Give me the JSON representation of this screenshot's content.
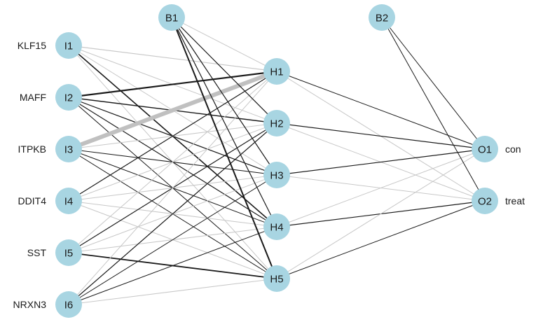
{
  "nodes": {
    "inputs": [
      {
        "id": "I1",
        "gene": "KLF15"
      },
      {
        "id": "I2",
        "gene": "MAFF"
      },
      {
        "id": "I3",
        "gene": "ITPKB"
      },
      {
        "id": "I4",
        "gene": "DDIT4"
      },
      {
        "id": "I5",
        "gene": "SST"
      },
      {
        "id": "I6",
        "gene": "NRXN3"
      }
    ],
    "bias_hidden": "B1",
    "hidden": [
      "H1",
      "H2",
      "H3",
      "H4",
      "H5"
    ],
    "bias_output": "B2",
    "outputs": [
      {
        "id": "O1",
        "label": "con"
      },
      {
        "id": "O2",
        "label": "treat"
      }
    ]
  },
  "edges": [
    {
      "from": "I1",
      "to": "H1",
      "color": "#c8c8c8",
      "weight": 1.2
    },
    {
      "from": "I1",
      "to": "H2",
      "color": "#c8c8c8",
      "weight": 1.0
    },
    {
      "from": "I1",
      "to": "H3",
      "color": "#c8c8c8",
      "weight": 1.0
    },
    {
      "from": "I1",
      "to": "H4",
      "color": "#1a1a1a",
      "weight": 1.6
    },
    {
      "from": "I1",
      "to": "H5",
      "color": "#c8c8c8",
      "weight": 1.0
    },
    {
      "from": "I2",
      "to": "H1",
      "color": "#1a1a1a",
      "weight": 2.2
    },
    {
      "from": "I2",
      "to": "H2",
      "color": "#1a1a1a",
      "weight": 1.4
    },
    {
      "from": "I2",
      "to": "H3",
      "color": "#1a1a1a",
      "weight": 1.2
    },
    {
      "from": "I2",
      "to": "H4",
      "color": "#1a1a1a",
      "weight": 1.2
    },
    {
      "from": "I2",
      "to": "H5",
      "color": "#1a1a1a",
      "weight": 1.0
    },
    {
      "from": "I3",
      "to": "H1",
      "color": "#c0c0c0",
      "weight": 6.0
    },
    {
      "from": "I3",
      "to": "H2",
      "color": "#c8c8c8",
      "weight": 1.0
    },
    {
      "from": "I3",
      "to": "H3",
      "color": "#1a1a1a",
      "weight": 1.0
    },
    {
      "from": "I3",
      "to": "H4",
      "color": "#1a1a1a",
      "weight": 1.0
    },
    {
      "from": "I3",
      "to": "H5",
      "color": "#1a1a1a",
      "weight": 1.0
    },
    {
      "from": "I4",
      "to": "H1",
      "color": "#1a1a1a",
      "weight": 1.2
    },
    {
      "from": "I4",
      "to": "H2",
      "color": "#c8c8c8",
      "weight": 1.0
    },
    {
      "from": "I4",
      "to": "H3",
      "color": "#c8c8c8",
      "weight": 1.0
    },
    {
      "from": "I4",
      "to": "H4",
      "color": "#c8c8c8",
      "weight": 1.0
    },
    {
      "from": "I4",
      "to": "H5",
      "color": "#c8c8c8",
      "weight": 1.0
    },
    {
      "from": "I5",
      "to": "H1",
      "color": "#c8c8c8",
      "weight": 1.0
    },
    {
      "from": "I5",
      "to": "H2",
      "color": "#1a1a1a",
      "weight": 1.2
    },
    {
      "from": "I5",
      "to": "H3",
      "color": "#c8c8c8",
      "weight": 1.0
    },
    {
      "from": "I5",
      "to": "H4",
      "color": "#c8c8c8",
      "weight": 1.0
    },
    {
      "from": "I5",
      "to": "H5",
      "color": "#1a1a1a",
      "weight": 1.8
    },
    {
      "from": "I6",
      "to": "H1",
      "color": "#c8c8c8",
      "weight": 1.0
    },
    {
      "from": "I6",
      "to": "H2",
      "color": "#1a1a1a",
      "weight": 1.2
    },
    {
      "from": "I6",
      "to": "H3",
      "color": "#1a1a1a",
      "weight": 1.0
    },
    {
      "from": "I6",
      "to": "H4",
      "color": "#1a1a1a",
      "weight": 1.0
    },
    {
      "from": "I6",
      "to": "H5",
      "color": "#c8c8c8",
      "weight": 1.0
    },
    {
      "from": "B1",
      "to": "H1",
      "color": "#c8c8c8",
      "weight": 1.0
    },
    {
      "from": "B1",
      "to": "H2",
      "color": "#1a1a1a",
      "weight": 1.2
    },
    {
      "from": "B1",
      "to": "H3",
      "color": "#1a1a1a",
      "weight": 1.2
    },
    {
      "from": "B1",
      "to": "H4",
      "color": "#1a1a1a",
      "weight": 1.2
    },
    {
      "from": "B1",
      "to": "H5",
      "color": "#1a1a1a",
      "weight": 2.0
    },
    {
      "from": "H1",
      "to": "O1",
      "color": "#1a1a1a",
      "weight": 1.0
    },
    {
      "from": "H1",
      "to": "O2",
      "color": "#c8c8c8",
      "weight": 1.0
    },
    {
      "from": "H2",
      "to": "O1",
      "color": "#1a1a1a",
      "weight": 1.2
    },
    {
      "from": "H2",
      "to": "O2",
      "color": "#c8c8c8",
      "weight": 1.0
    },
    {
      "from": "H3",
      "to": "O1",
      "color": "#1a1a1a",
      "weight": 1.2
    },
    {
      "from": "H3",
      "to": "O2",
      "color": "#c8c8c8",
      "weight": 1.0
    },
    {
      "from": "H4",
      "to": "O1",
      "color": "#c8c8c8",
      "weight": 1.0
    },
    {
      "from": "H4",
      "to": "O2",
      "color": "#1a1a1a",
      "weight": 1.2
    },
    {
      "from": "H5",
      "to": "O1",
      "color": "#c8c8c8",
      "weight": 1.0
    },
    {
      "from": "H5",
      "to": "O2",
      "color": "#1a1a1a",
      "weight": 1.0
    },
    {
      "from": "B2",
      "to": "O1",
      "color": "#1a1a1a",
      "weight": 1.0
    },
    {
      "from": "B2",
      "to": "O2",
      "color": "#1a1a1a",
      "weight": 1.0
    }
  ]
}
